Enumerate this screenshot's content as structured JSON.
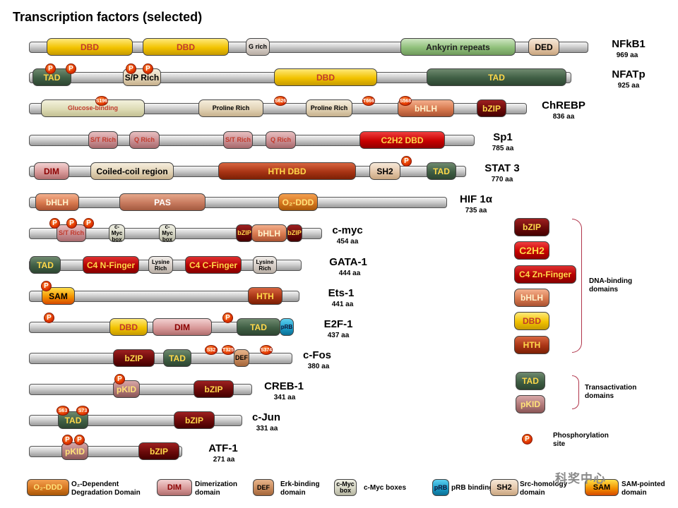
{
  "title": "Transcription factors (selected)",
  "styles": {
    "DBD": {
      "bg": "linear-gradient(#ffe97a,#f2c200 55%,#c69a00)",
      "fg": "#c0392b"
    },
    "TAD": {
      "bg": "linear-gradient(#6f8a6f,#3f5e44 55%,#2d4531)",
      "fg": "#ffd84a"
    },
    "Ank": {
      "bg": "linear-gradient(#cfe6c2,#8fbf7a 55%,#6f9a5c)",
      "fg": "#222"
    },
    "DED": {
      "bg": "linear-gradient(#f6e8d8,#e4c7aa 55%,#c9a680)",
      "fg": "#000"
    },
    "G": {
      "bg": "linear-gradient(#f0ece8,#d8cfc8 55%,#b8aea4)",
      "fg": "#000"
    },
    "Pro": {
      "bg": "linear-gradient(#f6eedd,#e2d3b6 55%,#c6b08c)",
      "fg": "#000"
    },
    "Glu": {
      "bg": "linear-gradient(#f3f1dc,#dedcb6 55%,#c2bf92)",
      "fg": "#c0392b"
    },
    "bHLH": {
      "bg": "linear-gradient(#f3b08e,#d8794e 55%,#a95232)",
      "fg": "#fff2cc"
    },
    "bZIP": {
      "bg": "linear-gradient(#9e2020,#6a0a0a 55%,#450000)",
      "fg": "#ffd84a"
    },
    "C2H2": {
      "bg": "linear-gradient(#f04040,#c80000 55%,#900000)",
      "fg": "#ffd84a"
    },
    "STQ": {
      "bg": "linear-gradient(#e8bfc0,#c98f93 55%,#a7696c)",
      "fg": "#c0392b"
    },
    "DIM": {
      "bg": "linear-gradient(#f2d1d1,#d99a9a 55%,#b06e6e)",
      "fg": "#8b0000"
    },
    "CC": {
      "bg": "linear-gradient(#f6eedd,#e2d3b6 55%,#c6b08c)",
      "fg": "#000"
    },
    "HTH": {
      "bg": "linear-gradient(#d86640,#a83414 55%,#7c2005)",
      "fg": "#ffd84a"
    },
    "SH2": {
      "bg": "linear-gradient(#f6e8d8,#e4c7aa 55%,#c9a680)",
      "fg": "#000"
    },
    "PAS": {
      "bg": "linear-gradient(#e6a88c,#c77a5e 55%,#a35a40)",
      "fg": "#fff"
    },
    "ODD": {
      "bg": "linear-gradient(#f3a050,#d6761f 55%,#a85708)",
      "fg": "#ffe27a"
    },
    "Myc": {
      "bg": "linear-gradient(#f0f0e4,#d6d6c4 55%,#b4b4a0)",
      "fg": "#000"
    },
    "C4": {
      "bg": "linear-gradient(#e03030,#b30000 55%,#880000)",
      "fg": "#ffd84a"
    },
    "Lys": {
      "bg": "linear-gradient(#f0ece8,#d8cfc8 55%,#b8aea4)",
      "fg": "#000"
    },
    "SAM": {
      "bg": "linear-gradient(#ffe04a,#f39200 55%,#d64a00)",
      "fg": "#000"
    },
    "DEF": {
      "bg": "linear-gradient(#e8b58c,#c88a5c 55%,#a4663a)",
      "fg": "#000"
    },
    "pKID": {
      "bg": "linear-gradient(#d8a8a8,#b07878 55%,#8a5656)",
      "fg": "#ffe27a"
    },
    "pRB": {
      "bg": "linear-gradient(#5fd0f0,#1a9cc8 55%,#0b6f94)",
      "fg": "#113"
    }
  },
  "proteins": [
    {
      "name": "NFkB1",
      "len": "969 aa",
      "domains": [
        {
          "label": "DBD",
          "style": "DBD"
        },
        {
          "label": "DBD",
          "style": "DBD"
        },
        {
          "label": "G rich",
          "style": "G"
        },
        {
          "label": "Ankyrin repeats",
          "style": "Ank"
        },
        {
          "label": "DED",
          "style": "DED"
        }
      ],
      "phos": []
    },
    {
      "name": "NFATp",
      "len": "925 aa",
      "domains": [
        {
          "label": "TAD",
          "style": "TAD"
        },
        {
          "label": "S/P Rich",
          "style": "Pro"
        },
        {
          "label": "DBD",
          "style": "DBD"
        },
        {
          "label": "TAD",
          "style": "TAD"
        }
      ],
      "phos": [
        "P",
        "P",
        "P",
        "P"
      ]
    },
    {
      "name": "ChREBP",
      "len": "836 aa",
      "domains": [
        {
          "label": "Glucose-binding",
          "style": "Glu"
        },
        {
          "label": "Proline Rich",
          "style": "Pro"
        },
        {
          "label": "Proline Rich",
          "style": "Pro"
        },
        {
          "label": "bHLH",
          "style": "bHLH"
        },
        {
          "label": "bZIP",
          "style": "bZIP"
        }
      ],
      "phos": [
        "S196",
        "S626",
        "T666",
        "S568"
      ]
    },
    {
      "name": "Sp1",
      "len": "785 aa",
      "domains": [
        {
          "label": "S/T Rich",
          "style": "STQ"
        },
        {
          "label": "Q Rich",
          "style": "STQ"
        },
        {
          "label": "S/T Rich",
          "style": "STQ"
        },
        {
          "label": "Q Rich",
          "style": "STQ"
        },
        {
          "label": "C2H2    DBD",
          "style": "C2H2"
        }
      ],
      "phos": []
    },
    {
      "name": "STAT 3",
      "len": "770 aa",
      "domains": [
        {
          "label": "DIM",
          "style": "DIM"
        },
        {
          "label": "Coiled-coil region",
          "style": "CC"
        },
        {
          "label": "HTH      DBD",
          "style": "HTH"
        },
        {
          "label": "SH2",
          "style": "SH2"
        },
        {
          "label": "TAD",
          "style": "TAD"
        }
      ],
      "phos": [
        "P"
      ]
    },
    {
      "name": "HIF 1α",
      "len": "735 aa",
      "domains": [
        {
          "label": "bHLH",
          "style": "bHLH"
        },
        {
          "label": "PAS",
          "style": "PAS"
        },
        {
          "label": "O₂-DDD",
          "style": "ODD"
        }
      ],
      "phos": []
    },
    {
      "name": "c-myc",
      "len": "454 aa",
      "domains": [
        {
          "label": "S/T Rich",
          "style": "STQ"
        },
        {
          "label": "c-Myc box",
          "style": "Myc"
        },
        {
          "label": "c-Myc box",
          "style": "Myc"
        },
        {
          "label": "bZIP",
          "style": "bZIP"
        },
        {
          "label": "bHLH",
          "style": "bHLH"
        },
        {
          "label": "bZIP",
          "style": "bZIP"
        }
      ],
      "phos": [
        "P",
        "P",
        "P"
      ]
    },
    {
      "name": "GATA-1",
      "len": "444 aa",
      "domains": [
        {
          "label": "TAD",
          "style": "TAD"
        },
        {
          "label": "C4 N-Finger",
          "style": "C4"
        },
        {
          "label": "Lysine Rich",
          "style": "Lys"
        },
        {
          "label": "C4 C-Finger",
          "style": "C4"
        },
        {
          "label": "Lysine Rich",
          "style": "Lys"
        }
      ],
      "phos": []
    },
    {
      "name": "Ets-1",
      "len": "441 aa",
      "domains": [
        {
          "label": "SAM",
          "style": "SAM"
        },
        {
          "label": "HTH",
          "style": "HTH"
        }
      ],
      "phos": [
        "P"
      ]
    },
    {
      "name": "E2F-1",
      "len": "437 aa",
      "domains": [
        {
          "label": "DBD",
          "style": "DBD"
        },
        {
          "label": "DIM",
          "style": "DIM"
        },
        {
          "label": "TAD",
          "style": "TAD"
        },
        {
          "label": "pRB",
          "style": "pRB"
        }
      ],
      "phos": [
        "P",
        "P"
      ]
    },
    {
      "name": "c-Fos",
      "len": "380 aa",
      "domains": [
        {
          "label": "bZIP",
          "style": "bZIP"
        },
        {
          "label": "TAD",
          "style": "TAD"
        },
        {
          "label": "DEF",
          "style": "DEF"
        }
      ],
      "phos": [
        "S32",
        "T325",
        "S374"
      ]
    },
    {
      "name": "CREB-1",
      "len": "341 aa",
      "domains": [
        {
          "label": "pKID",
          "style": "pKID"
        },
        {
          "label": "bZIP",
          "style": "bZIP"
        }
      ],
      "phos": [
        "P"
      ]
    },
    {
      "name": "c-Jun",
      "len": "331 aa",
      "domains": [
        {
          "label": "TAD",
          "style": "TAD"
        },
        {
          "label": "bZIP",
          "style": "bZIP"
        }
      ],
      "phos": [
        "S63",
        "S73"
      ]
    },
    {
      "name": "ATF-1",
      "len": "271 aa",
      "domains": [
        {
          "label": "pKID",
          "style": "pKID"
        },
        {
          "label": "bZIP",
          "style": "bZIP"
        }
      ],
      "phos": [
        "P",
        "P"
      ]
    }
  ],
  "legend": {
    "dna_binding": [
      "bZIP",
      "C2H2",
      "C4 Zn-Finger",
      "bHLH",
      "DBD",
      "HTH"
    ],
    "dna_binding_label": "DNA-binding domains",
    "transactivation": [
      "TAD",
      "pKID"
    ],
    "transactivation_label": "Transactivation domains",
    "phospho_symbol": "P",
    "phospho_label": "Phosphorylation site"
  },
  "bottom_legend": [
    {
      "swatch": "O₂-DDD",
      "style": "ODD",
      "text": "O₂-Dependent Degradation Domain"
    },
    {
      "swatch": "DIM",
      "style": "DIM",
      "text": "Dimerization domain"
    },
    {
      "swatch": "DEF",
      "style": "DEF",
      "text": "Erk-binding domain"
    },
    {
      "swatch": "c-Myc box",
      "style": "Myc",
      "text": "c-Myc boxes"
    },
    {
      "swatch": "pRB",
      "style": "pRB",
      "text": "pRB binding"
    },
    {
      "swatch": "SH2",
      "style": "SH2",
      "text": "Src-homology domain"
    },
    {
      "swatch": "SAM",
      "style": "SAM",
      "text": "SAM-pointed domain"
    }
  ],
  "watermark": "科奖中心"
}
